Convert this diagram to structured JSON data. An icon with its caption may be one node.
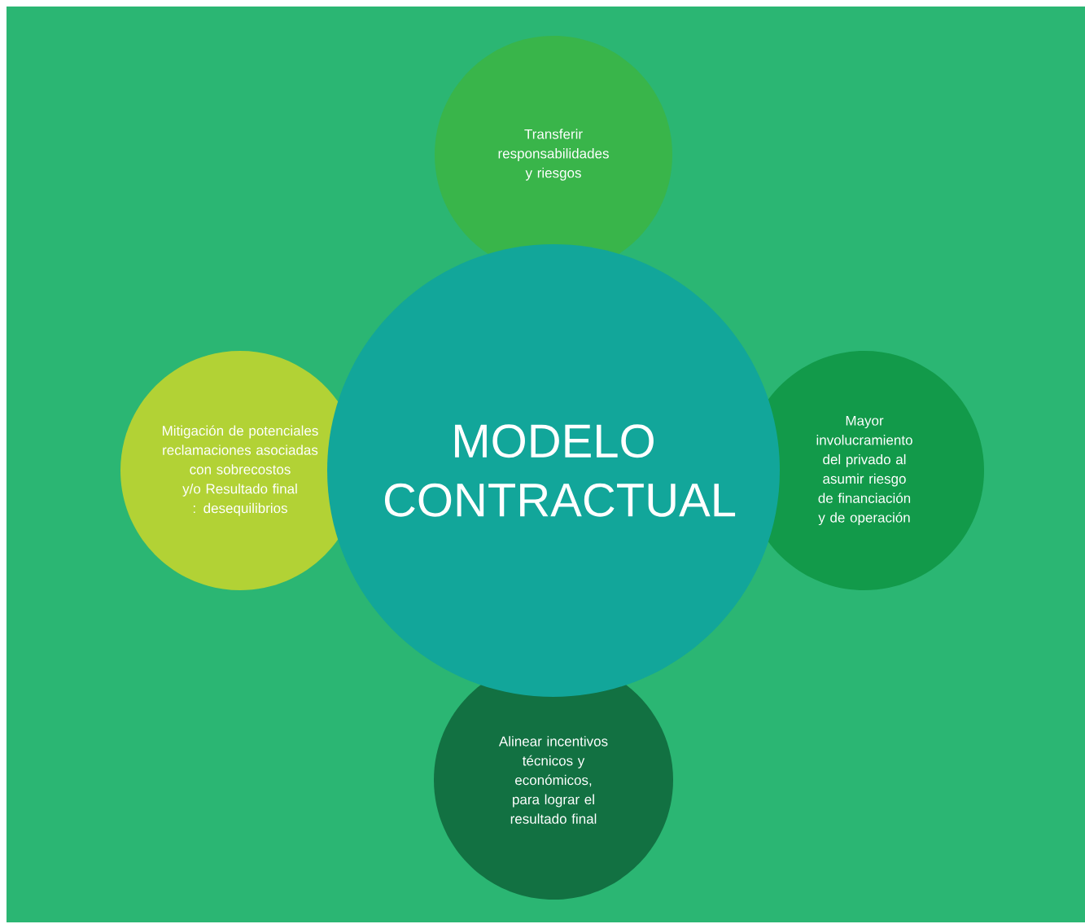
{
  "diagram": {
    "nodes": [
      {
        "text": [
          "Transferir responsabilidades y riesgos"
        ]
      },
      {
        "text": [
          "Mitigación de potenciales reclamaciones asociadas con sobrecostos y/o Resultado final : desequilibrios"
        ]
      },
      {
        "text": [
          "MODELO CONTRACTUAL"
        ]
      },
      {
        "text": [
          "Mayor involucramiento del privado al asumir riesgo de financiación y de operación"
        ]
      },
      {
        "text": [
          "Alinear incentivos técnicos y económicos, para lograr el resultado final"
        ]
      }
    ]
  }
}
